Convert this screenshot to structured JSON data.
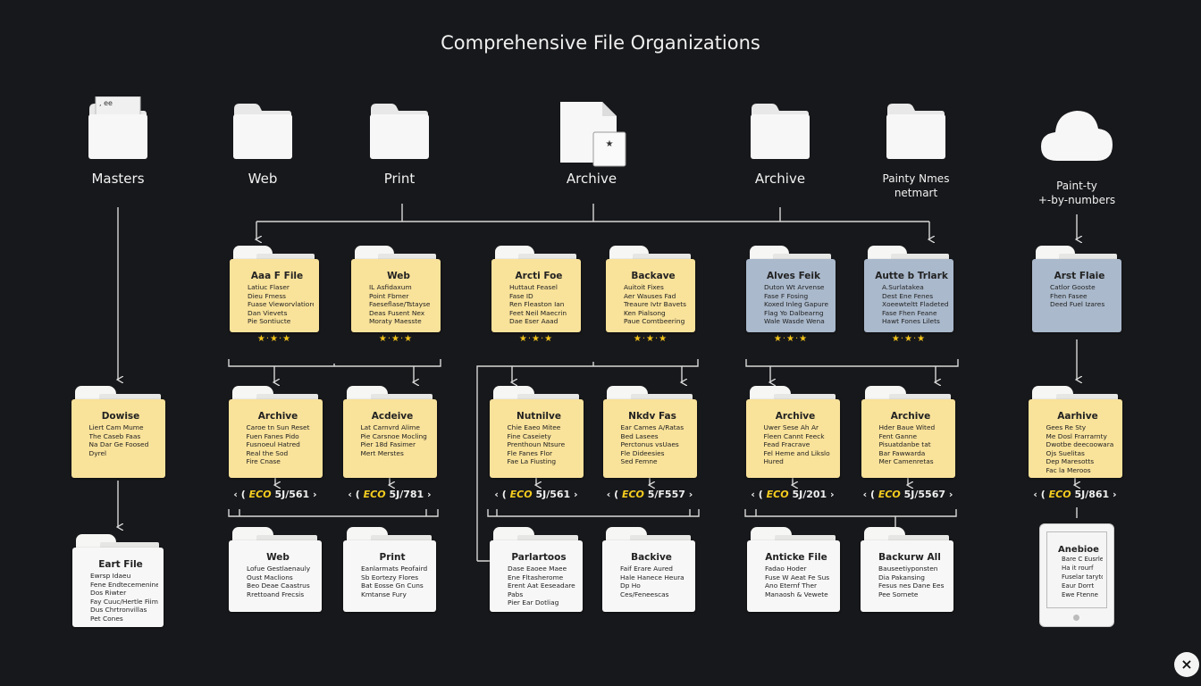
{
  "title": "Comprehensive File Organizations",
  "colors": {
    "background": "#17181b",
    "yellow": "#f9e29a",
    "blue": "#aab9cc",
    "white": "#f7f7f7",
    "star": "#f2c21a",
    "eco": "#f5cd1f"
  },
  "top": [
    {
      "label": "Masters",
      "icon": "folder-with-files-icon"
    },
    {
      "label": "Web",
      "icon": "folder-icon"
    },
    {
      "label": "Print",
      "icon": "folder-icon"
    },
    {
      "label": "Archive",
      "icon": "document-icon"
    },
    {
      "label": "Archive",
      "icon": "folder-icon"
    },
    {
      "label": "Painty Nmes",
      "label2": "netmart",
      "icon": "folder-icon"
    },
    {
      "label": "Paint-ty",
      "label2": "+-by-numbers",
      "icon": "cloud-icon"
    }
  ],
  "row1": [
    {
      "title": "Aaa F File",
      "color": "yellow",
      "stars": "★·★·★",
      "items": [
        "Latiuc Flaser",
        "Dieu Fmess",
        "Fuase Vieworvlatiore",
        "Dan Vievets",
        "Pie Sontiucte"
      ]
    },
    {
      "title": "Web",
      "color": "yellow",
      "stars": "★·★·★",
      "items": [
        "IL Asfidaxum",
        "Point Fbmer",
        "Faeseflase/Tstayse",
        "Deas Fusent Nex",
        "Moraty Maesste"
      ]
    },
    {
      "title": "Arcti Foe",
      "color": "yellow",
      "stars": "★·★·★",
      "items": [
        "Huttaut Feasel",
        "Fase ID",
        "Ren Fleaston Ian",
        "Feet Neil Maecrin",
        "Dae Eser Aaad"
      ]
    },
    {
      "title": "Backave",
      "color": "yellow",
      "stars": "★·★·★",
      "items": [
        "Auitoit Fixes",
        "Aer Wauses Fad",
        "Treaure Ivtr Bavets",
        "Ken Pialsong",
        "Paue Comtbeering"
      ]
    },
    {
      "title": "Alves Feik",
      "color": "blue",
      "stars": "★·★·★",
      "items": [
        "Duton Wt Arvense",
        "Fase F Fosing",
        "Koxed Inleg Gapure",
        "Flag Yo Dalbearng",
        "Wale Wasde Wena"
      ]
    },
    {
      "title": "Autte b Trlark",
      "color": "blue",
      "stars": "★·★·★",
      "items": [
        "A.Surlatakea",
        "Dest Ene Fenes",
        "Xoeewteltt Fladeted",
        "Fase Fhen Feane",
        "Hawt Fones Lilets"
      ]
    },
    {
      "title": "Arst Flaie",
      "color": "blue",
      "items": [
        "Catlor Gooste",
        "Fhen Fasee",
        "Deed Fuel Izares"
      ]
    }
  ],
  "row2": [
    {
      "title": "Dowise",
      "color": "yellow",
      "items": [
        "Liert Cam Mume",
        "The Caseb Faas",
        "Na Dar Ge Foosed",
        "Dyrel"
      ]
    },
    {
      "title": "Archive",
      "color": "yellow",
      "eco": {
        "tag": "ECO",
        "code": "5J/561"
      },
      "items": [
        "Caroe tn Sun Reset",
        "Fuen Fanes Pido",
        "Fusnoeul Hatred",
        "Real the Sod",
        "Fire Cnase"
      ]
    },
    {
      "title": "Acdeive",
      "color": "yellow",
      "eco": {
        "tag": "ECO",
        "code": "5J/781"
      },
      "items": [
        "Lat Carnvrd Alime",
        "Pie Carsnoe Mocling",
        "Pier 18d Fasimer",
        "Mert Merstes"
      ]
    },
    {
      "title": "Nutnilve",
      "color": "yellow",
      "eco": {
        "tag": "ECO",
        "code": "5J/561"
      },
      "items": [
        "Chie Eaeo Mitee",
        "Fine Caseiety",
        "Prenthoun Ntsure",
        "Fle Fanes Flor",
        "Fae La Fiusting"
      ]
    },
    {
      "title": "Nkdv Fas",
      "color": "yellow",
      "eco": {
        "tag": "ECO",
        "code": "5/F557"
      },
      "items": [
        "Ear Cames A/Ratas",
        "Bed Lasees",
        "Perctonus vsUaes",
        "Fle Dideesies",
        "Sed Femne"
      ]
    },
    {
      "title": "Archive",
      "color": "yellow",
      "eco": {
        "tag": "ECO",
        "code": "5J/201"
      },
      "items": [
        "Uwer Sese Ah Ar",
        "Fleen Cannt Feeck",
        "Fead Fracrave",
        "Fel Heme and Likslo",
        "Hured"
      ]
    },
    {
      "title": "Archive",
      "color": "yellow",
      "eco": {
        "tag": "ECO",
        "code": "5J/5567"
      },
      "items": [
        "Hder Baue Wited",
        "Fent Ganne",
        "Pisuatdanbe tat",
        "Bar Fawwarda",
        "Mer Camenretas"
      ]
    },
    {
      "title": "Aarhive",
      "color": "yellow",
      "eco": {
        "tag": "ECO",
        "code": "5J/861"
      },
      "items": [
        "Gees Re Sty",
        "Me Dosl Frarrarnty",
        "Dwotbe deecoowara",
        "Ojs Suelitas",
        "Dep Maresotts",
        "Fac la Meroos"
      ]
    }
  ],
  "row3": [
    {
      "title": "Eart File",
      "color": "white",
      "items": [
        "Ewrsp Idaeu",
        "Fene Endtecemenine",
        "Dos Riwter",
        "Fay Cuuc/Hertle Fiim",
        "Dus Chrtronvillas",
        "Pet Cones"
      ]
    },
    {
      "title": "Web",
      "color": "white",
      "items": [
        "Lofue Gestlaenauly",
        "Oust Maclions",
        "Beo Deae Caastrus",
        "Rrettoand Frecsis"
      ]
    },
    {
      "title": "Print",
      "color": "white",
      "items": [
        "Eanlarmats Peofaird",
        "Sb Eortezy Flores",
        "Bat Eosse Gn Cuns",
        "Kmtanse Fury"
      ]
    },
    {
      "title": "Parlartoos",
      "color": "white",
      "items": [
        "Dase Eaoee Maee",
        "Ene Fltasherome",
        "Erent Aat Eeseadare",
        "Pabs",
        "Pier Ear Dotliag"
      ]
    },
    {
      "title": "Backive",
      "color": "white",
      "items": [
        "Faif Erare Aured",
        "Hale Hanece Heura",
        "Dp Ho",
        "Ces/Feneescas"
      ]
    },
    {
      "title": "Anticke File",
      "color": "white",
      "items": [
        "Fadao Hoder",
        "Fuse W Aeat Fe Sus",
        "Ano Eternf Ther",
        "Manaosh & Vewete"
      ]
    },
    {
      "title": "Backurw All",
      "color": "white",
      "items": [
        "Bauseetiyponsten",
        "Dia Pakansing",
        "Fesus nes Dane Ees",
        "Pee Sornete"
      ]
    }
  ],
  "tablet": {
    "title": "Anebioe",
    "items": [
      "Bare C Eusrle",
      "Ha it rourf",
      "Fuselar tarytol",
      "Eaur Dorrt",
      "Ewe Ftenne"
    ]
  },
  "close_label": "×"
}
